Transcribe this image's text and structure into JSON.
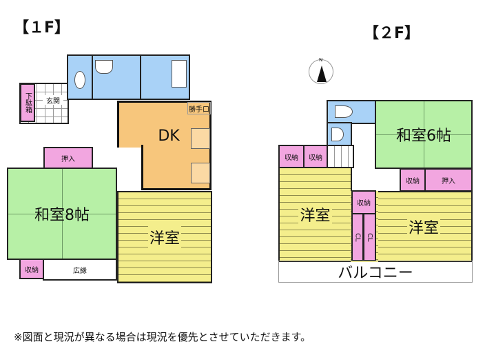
{
  "floor1": {
    "title": "【１F】",
    "rooms": {
      "toilet": "",
      "genkan": "玄関",
      "getabako": "下駄箱",
      "dk": "DK",
      "katteguchi": "勝手口",
      "oshiire": "押入",
      "washitsu": "和室8帖",
      "youshitsu": "洋室",
      "shuno": "収納",
      "hiroen": "広縁"
    }
  },
  "floor2": {
    "title": "【２F】",
    "compass": "N",
    "rooms": {
      "washitsu": "和室6帖",
      "shuno1": "収納",
      "shuno2": "収納",
      "shuno3": "収納",
      "shuno4": "収納",
      "oshiire": "押入",
      "youshitsu_left": "洋室",
      "youshitsu_right": "洋室",
      "cl1": "CL",
      "cl2": "CL",
      "balcony": "バルコニー"
    }
  },
  "footnote": "※図面と現況が異なる場合は現況を優先とさせていただきます。",
  "colors": {
    "wet": "#a9d2f7",
    "storage": "#f2a6e0",
    "tatami": "#b7f0a6",
    "kitchen": "#f7c67c",
    "flooring": "#f4ee8c"
  }
}
